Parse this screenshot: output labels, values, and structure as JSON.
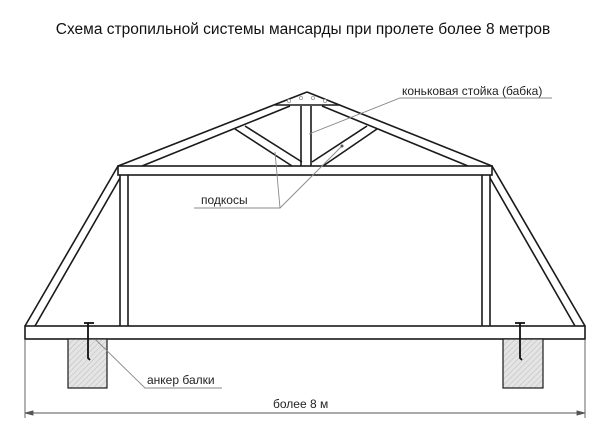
{
  "title": "Схема стропильной системы мансарды при пролете более 8 метров",
  "labels": {
    "ridge_post": "коньковая стойка (бабка)",
    "struts": "подкосы",
    "anchor": "анкер балки",
    "span": "более 8 м"
  },
  "colors": {
    "line": "#1a1a1a",
    "leader": "#888888",
    "foundation": "#e0e0e0"
  }
}
